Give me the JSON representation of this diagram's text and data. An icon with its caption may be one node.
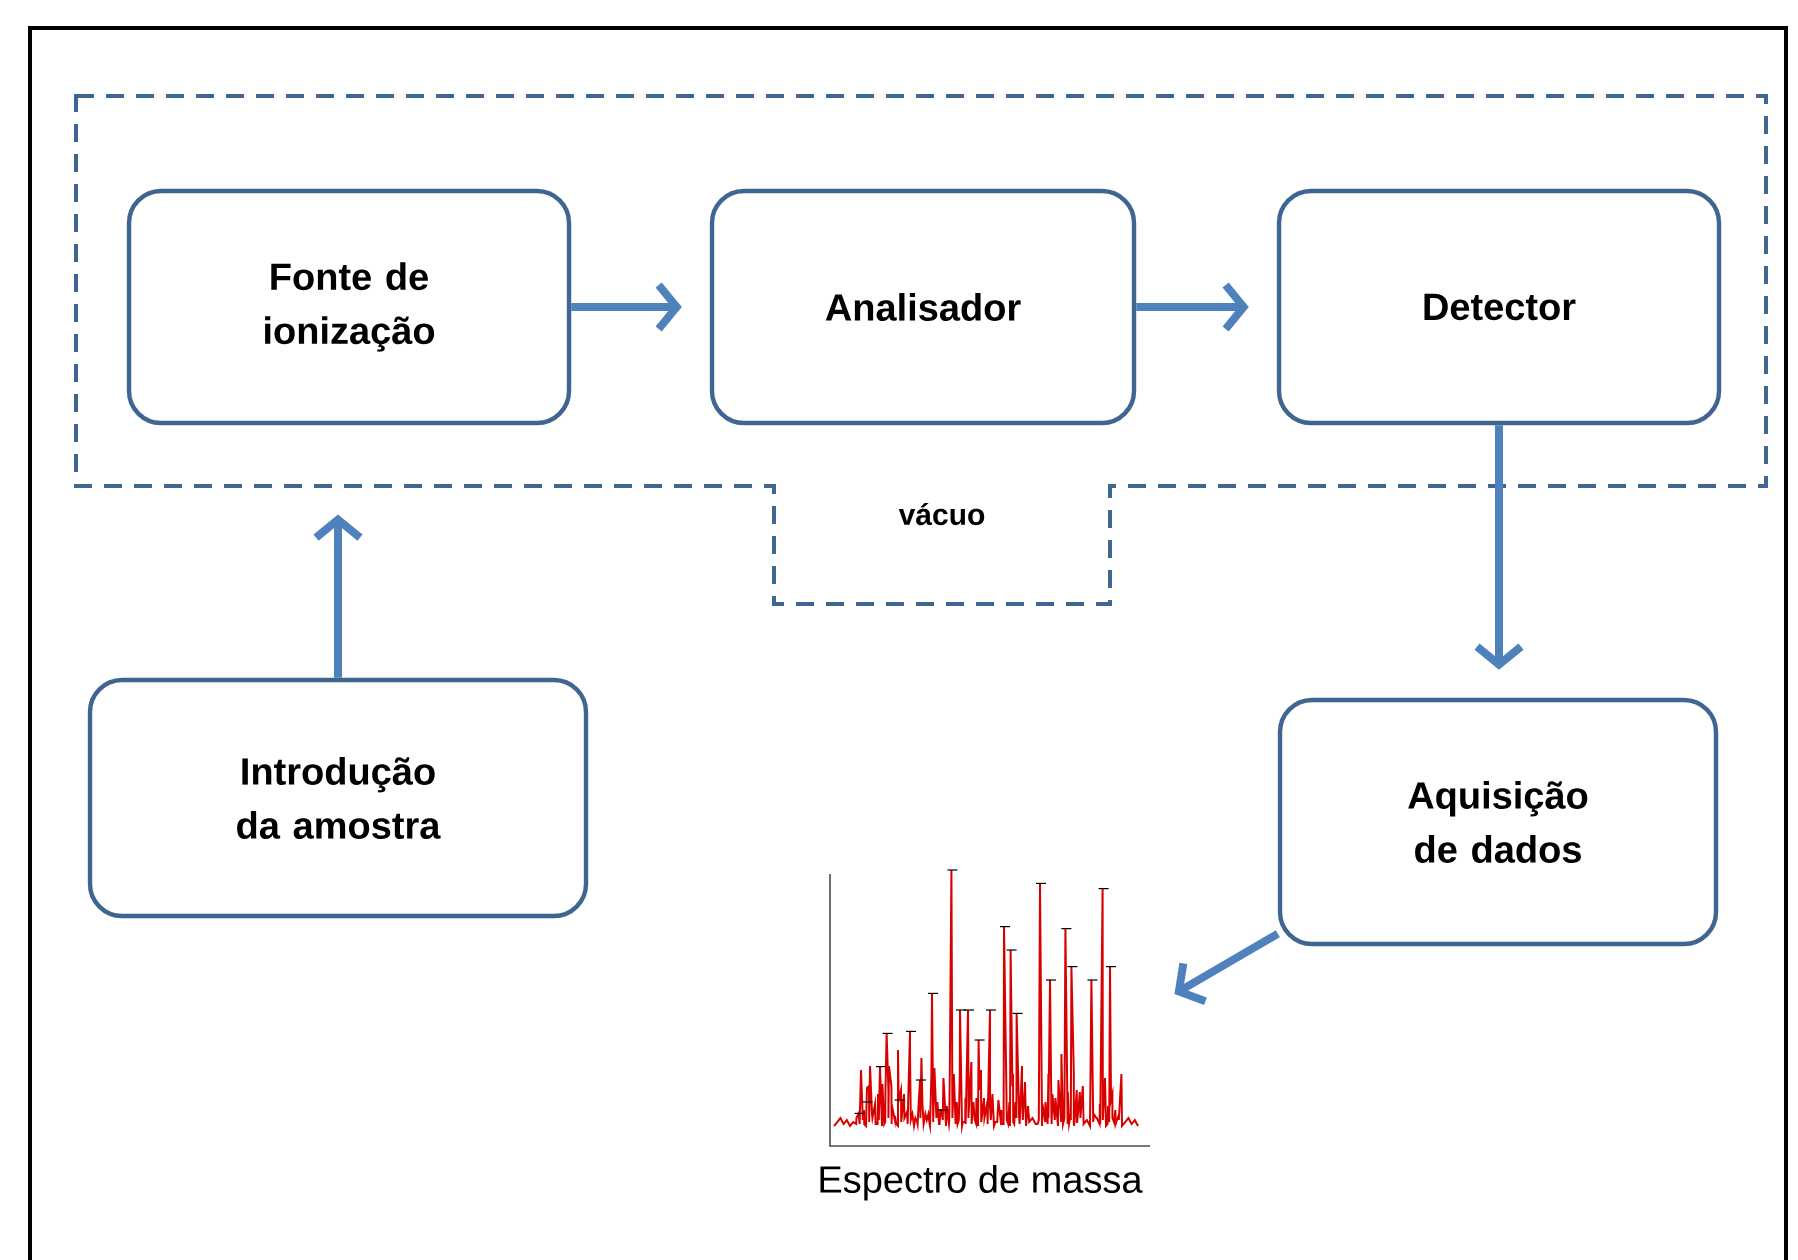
{
  "diagram": {
    "nodes": [
      {
        "text": [
          "vácuo"
        ]
      },
      {
        "text": [
          "Fonte de ionização"
        ],
        "in": 0
      },
      {
        "text": [
          "Analisador"
        ],
        "in": 0
      },
      {
        "text": [
          "Detector"
        ],
        "in": 0
      },
      {
        "text": [
          "Introdução da amostra"
        ]
      },
      {
        "text": [
          "Aquisição de dados"
        ]
      },
      {
        "text": [],
        "shape": "picture",
        "beside": [
          "Espectro de massa"
        ]
      }
    ],
    "edges": [
      {
        "from": 1,
        "to": 2,
        "arrow": "to"
      },
      {
        "from": 2,
        "to": 3,
        "arrow": "to"
      },
      {
        "from": 3,
        "to": 5,
        "arrow": "to"
      },
      {
        "from": 4,
        "to": 0,
        "arrow": "to"
      },
      {
        "from": 5,
        "to": 6,
        "arrow": "to"
      }
    ]
  }
}
